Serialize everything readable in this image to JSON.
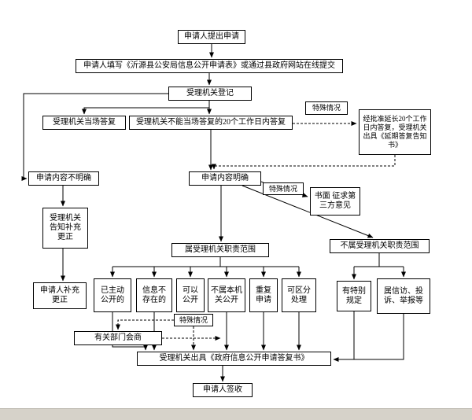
{
  "colors": {
    "line": "#000000",
    "box_border": "#000000",
    "box_background": "#ffffff",
    "bottom_strip": "#d6d2c9"
  },
  "nodes": {
    "submit": {
      "label": "申请人提出申请"
    },
    "fill_form": {
      "label": "申请人填写《沂源县公安局信息公开申请表》或通过县政府网站在线提交"
    },
    "register": {
      "label": "受理机关登记"
    },
    "reply_onsite": {
      "label": "受理机关当场答复"
    },
    "reply_20days": {
      "label": "受理机关不能当场答复的20个工作日内答复"
    },
    "special_case_1": {
      "label": "特殊情况"
    },
    "extension": {
      "label": "经批准延长20个工作日内答复，受理机关出具《延期答复告知书》"
    },
    "unclear": {
      "label": "申请内容不明确"
    },
    "clear": {
      "label": "申请内容明确"
    },
    "special_case_2": {
      "label": "特殊情况"
    },
    "third_party": {
      "label": "书面 征求第三方意见"
    },
    "notify_supplement": {
      "label": "受理机关告知补充更正"
    },
    "in_scope": {
      "label": "属受理机关职责范围"
    },
    "out_scope": {
      "label": "不属受理机关职责范围"
    },
    "applicant_supplement": {
      "label": "申请人补充更正"
    },
    "already_public": {
      "label": "已主动公开的"
    },
    "not_exist": {
      "label": "信息不存在的"
    },
    "can_disclose": {
      "label": "可以公开"
    },
    "not_this_org": {
      "label": "不属本机关公开"
    },
    "repeat_apply": {
      "label": "重复申请"
    },
    "separable": {
      "label": "可区分处理"
    },
    "special_provision": {
      "label": "有特别规定"
    },
    "petition": {
      "label": "属信访、投诉、举报等"
    },
    "special_case_3": {
      "label": "特殊情况"
    },
    "consult": {
      "label": "有关部门会商"
    },
    "issue_reply": {
      "label": "受理机关出具《政府信息公开申请答复书》"
    },
    "sign_receive": {
      "label": "申请人签收"
    }
  }
}
